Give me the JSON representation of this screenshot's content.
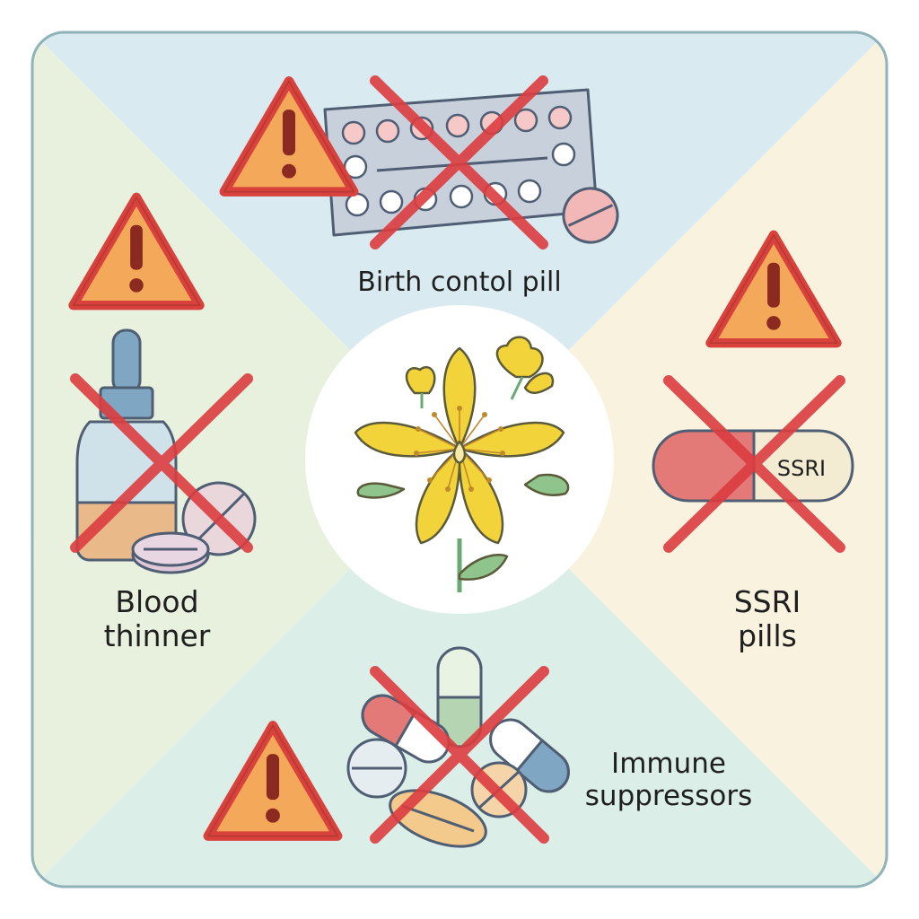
{
  "labels": {
    "top": "Birth contol pill",
    "left": [
      "Blood",
      "thinner"
    ],
    "right": [
      "SSRI",
      "pills"
    ],
    "bottom": [
      "Immune",
      "suppressors"
    ],
    "pill_text": "SSRI"
  },
  "colors": {
    "frame": "#8fb3b8",
    "top_panel": "#d9ebf0",
    "left_panel": "#e8f1de",
    "right_panel": "#f8f2df",
    "bottom_panel": "#dceee8",
    "warning_fill": "#f4a85a",
    "warning_stroke": "#d9413c",
    "cross": "#dc3d40",
    "flower": "#f2d43a",
    "leaf": "#8fc48c"
  },
  "icons": [
    "warning-icon",
    "cross-out-icon",
    "flower-icon",
    "pill-pack-icon",
    "dropper-bottle-icon",
    "capsule-icon",
    "pills-pile-icon"
  ]
}
